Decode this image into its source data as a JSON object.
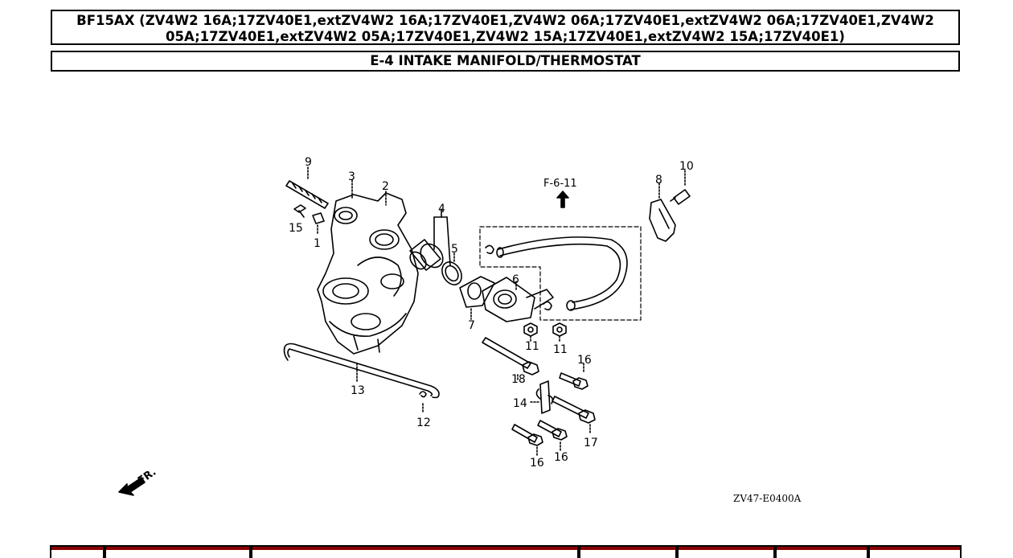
{
  "header": {
    "title": "BF15AX (ZV4W2 16A;17ZV40E1,extZV4W2 16A;17ZV40E1,ZV4W2 06A;17ZV40E1,extZV4W2 06A;17ZV40E1,ZV4W2 05A;17ZV40E1,extZV4W2 05A;17ZV40E1,ZV4W2 15A;17ZV40E1,extZV4W2 15A;17ZV40E1)",
    "section": "E-4 INTAKE MANIFOLD/THERMOSTAT"
  },
  "diagram": {
    "callouts": [
      "9",
      "3",
      "2",
      "15",
      "1",
      "4",
      "5",
      "6",
      "7",
      "11",
      "11",
      "10",
      "8",
      "16",
      "18",
      "14",
      "17",
      "16",
      "16",
      "13",
      "12"
    ],
    "reference": "F-6-11",
    "direction": "FR.",
    "drawing_code": "ZV47-E0400A"
  },
  "parts_table": {
    "columns": 7
  }
}
